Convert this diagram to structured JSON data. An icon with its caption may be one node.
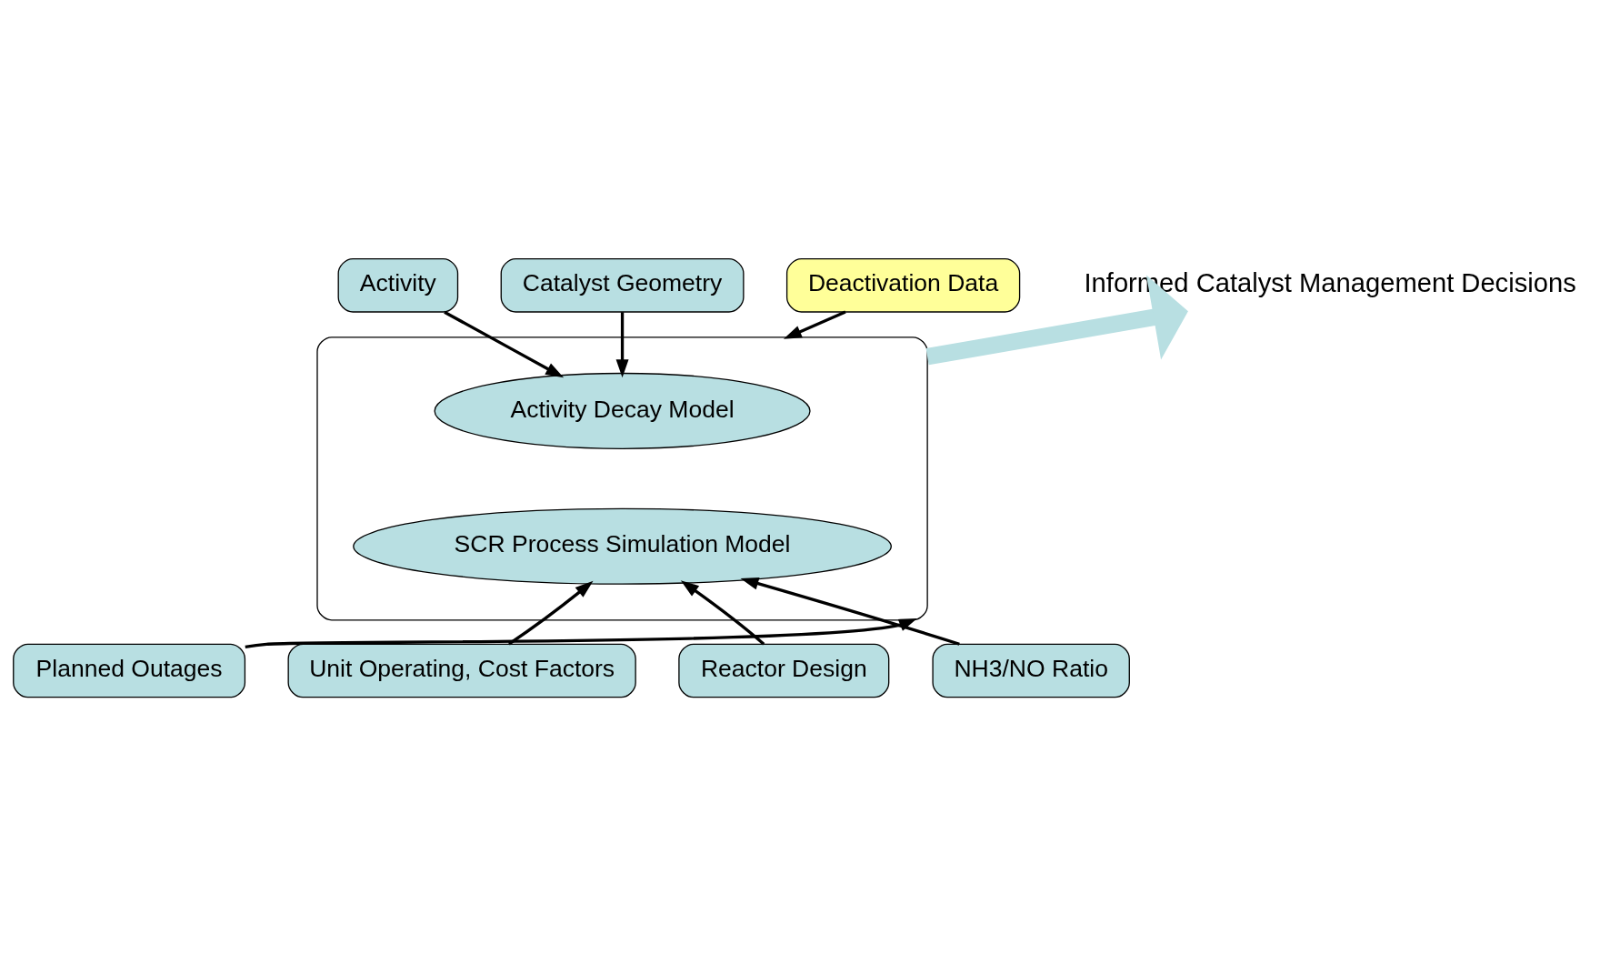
{
  "diagram": {
    "nodes": [
      {
        "text": [
          "Activity"
        ]
      },
      {
        "text": [
          "Catalyst Geometry"
        ]
      },
      {
        "text": [
          "Deactivation Data"
        ]
      },
      {
        "text": [],
        "shape": "ellipse"
      },
      {
        "text": [
          "Activity Decay Model"
        ],
        "in": 3
      },
      {
        "text": [
          "SCR Process Simulation Model"
        ],
        "in": 3
      },
      {
        "text": [
          "Informed Catalyst Management Decisions"
        ]
      },
      {
        "text": [
          "Planned Outages"
        ]
      },
      {
        "text": [
          "Unit Operating, Cost Factors"
        ]
      },
      {
        "text": [
          "Reactor Design"
        ]
      },
      {
        "text": [
          "NH3/NO Ratio"
        ]
      }
    ],
    "edges": [
      {
        "from": 0,
        "to": 4,
        "arrow": "to"
      },
      {
        "from": 1,
        "to": 4,
        "arrow": "to"
      },
      {
        "from": 2,
        "to": 3,
        "arrow": "to"
      },
      {
        "from": 3,
        "to": 6,
        "arrow": "to",
        "style": "thick",
        "color": "#b8dfe2"
      },
      {
        "from": 7,
        "to": 3,
        "arrow": "to"
      },
      {
        "from": 8,
        "to": 5,
        "arrow": "to"
      },
      {
        "from": 9,
        "to": 5,
        "arrow": "to"
      },
      {
        "from": 10,
        "to": 5,
        "arrow": "to"
      }
    ]
  }
}
